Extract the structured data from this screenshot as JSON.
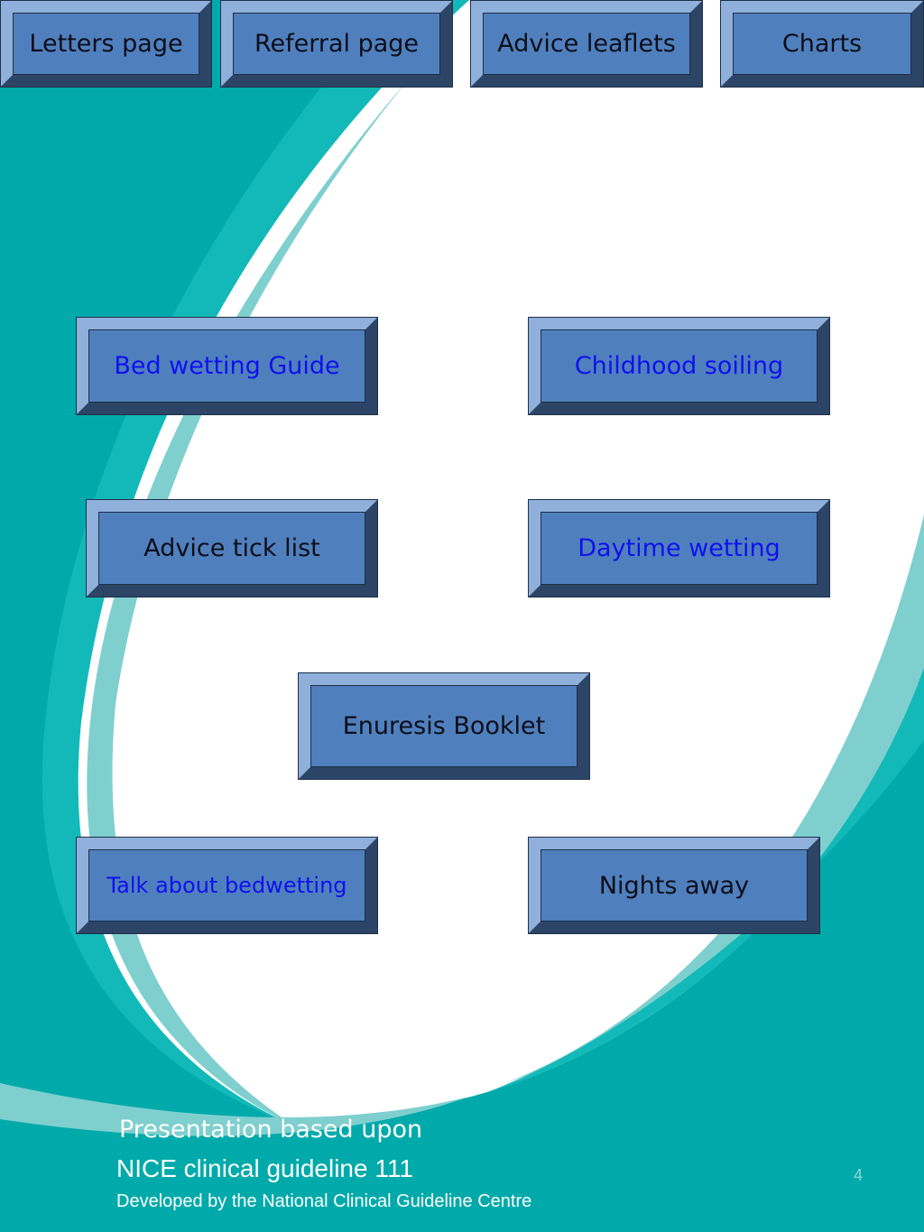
{
  "nav": {
    "letters": "Letters page",
    "referral": "Referral page",
    "advice_leaflets": "Advice leaflets",
    "charts": "Charts"
  },
  "buttons": {
    "bed_wetting_guide": "Bed wetting Guide",
    "childhood_soiling": "Childhood soiling",
    "advice_tick_list": "Advice tick list",
    "daytime_wetting": "Daytime wetting",
    "enuresis_booklet": "Enuresis Booklet",
    "talk_about_bedwetting": "Talk about bedwetting",
    "nights_away": "Nights away"
  },
  "footer": {
    "line1": "Presentation based upon",
    "line2": "NICE clinical guideline 111",
    "line3": "Developed by the National Clinical Guideline Centre",
    "page_number": "4"
  },
  "colors": {
    "teal_dark": "#00aaaa",
    "teal_mid": "#13b9b9",
    "teal_light": "#7fcfcf",
    "button_face": "#4f80bd",
    "link_text": "#1010ee"
  }
}
